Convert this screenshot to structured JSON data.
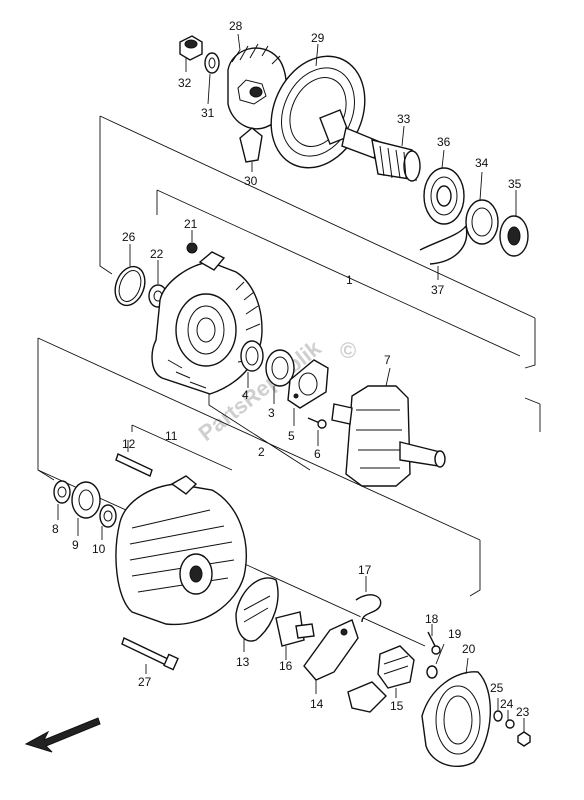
{
  "diagram": {
    "title": "",
    "watermark": "PartsRepublik",
    "watermark_symbol": "©",
    "direction_indicator": "front-arrow",
    "parts": [
      {
        "ref": "1",
        "label": "1"
      },
      {
        "ref": "2",
        "label": "2"
      },
      {
        "ref": "3",
        "label": "3"
      },
      {
        "ref": "4",
        "label": "4"
      },
      {
        "ref": "5",
        "label": "5"
      },
      {
        "ref": "6",
        "label": "6"
      },
      {
        "ref": "7",
        "label": "7"
      },
      {
        "ref": "8",
        "label": "8"
      },
      {
        "ref": "9",
        "label": "9"
      },
      {
        "ref": "10",
        "label": "10"
      },
      {
        "ref": "11",
        "label": "11"
      },
      {
        "ref": "12",
        "label": "12"
      },
      {
        "ref": "13",
        "label": "13"
      },
      {
        "ref": "14",
        "label": "14"
      },
      {
        "ref": "15",
        "label": "15"
      },
      {
        "ref": "16",
        "label": "16"
      },
      {
        "ref": "17",
        "label": "17"
      },
      {
        "ref": "18",
        "label": "18"
      },
      {
        "ref": "19",
        "label": "19"
      },
      {
        "ref": "20",
        "label": "20"
      },
      {
        "ref": "21",
        "label": "21"
      },
      {
        "ref": "22",
        "label": "22"
      },
      {
        "ref": "23",
        "label": "23"
      },
      {
        "ref": "24",
        "label": "24"
      },
      {
        "ref": "25",
        "label": "25"
      },
      {
        "ref": "26",
        "label": "26"
      },
      {
        "ref": "27",
        "label": "27"
      },
      {
        "ref": "28",
        "label": "28"
      },
      {
        "ref": "29",
        "label": "29"
      },
      {
        "ref": "30",
        "label": "30"
      },
      {
        "ref": "31",
        "label": "31"
      },
      {
        "ref": "32",
        "label": "32"
      },
      {
        "ref": "33",
        "label": "33"
      },
      {
        "ref": "34",
        "label": "34"
      },
      {
        "ref": "35",
        "label": "35"
      },
      {
        "ref": "36",
        "label": "36"
      },
      {
        "ref": "37",
        "label": "37"
      }
    ]
  }
}
